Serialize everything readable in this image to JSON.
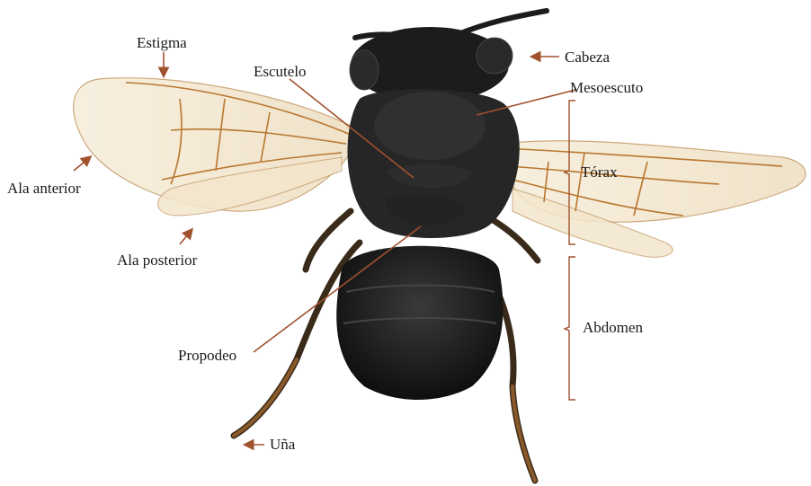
{
  "labels": {
    "estigma": "Estigma",
    "escutelo": "Escutelo",
    "cabeza": "Cabeza",
    "mesoescuto": "Mesoescuto",
    "torax": "Tórax",
    "ala_anterior": "Ala anterior",
    "ala_posterior": "Ala posterior",
    "abdomen": "Abdomen",
    "propodeo": "Propodeo",
    "una": "Uña"
  },
  "colors": {
    "arrow": "#a0522d",
    "body": "#1c1c1c",
    "wing_vein": "#b8772f",
    "wing_fill": "#f4e8d2",
    "legs": "#8a5a2b"
  },
  "illustration": "bee-specimen-dorsal"
}
